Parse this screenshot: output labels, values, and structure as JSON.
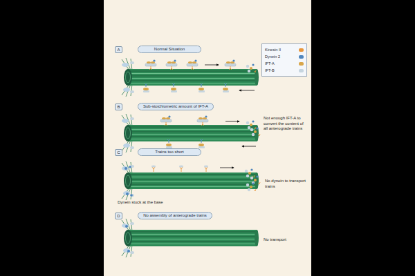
{
  "diagram": {
    "nodes": [
      {
        "text": [
          "A"
        ]
      },
      {
        "text": [
          "Normal Situation"
        ]
      },
      {
        "text": [
          "B"
        ]
      },
      {
        "text": [
          "Sub-stoichiometric amount of IFT-A"
        ]
      },
      {
        "text": [
          "C"
        ]
      },
      {
        "text": [
          "Trains too short"
        ]
      },
      {
        "text": [
          "D"
        ]
      },
      {
        "text": [
          "No assembly of anterograde trains"
        ]
      }
    ],
    "labels": [
      "Not enough IFT-A to convert the content of all anterograde trains",
      "No dynein to transport trains",
      "Dynein stuck at the base",
      "No transport"
    ],
    "legend": [
      {
        "text": "Kinesin II",
        "color": "#e8963a"
      },
      {
        "text": "Dynein 2",
        "color": "#4f86bd"
      },
      {
        "text": "IFT-A",
        "color": "#d9a64a"
      },
      {
        "text": "IFT-B",
        "color": "#c6d5df"
      }
    ]
  }
}
